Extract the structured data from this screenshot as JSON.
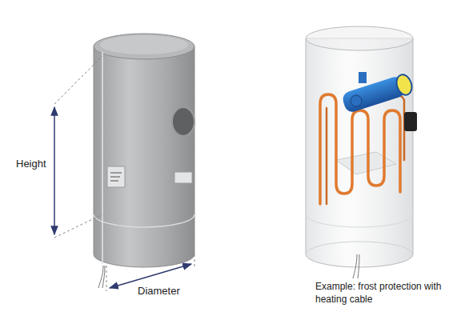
{
  "diagram": {
    "labels": [
      "Height",
      "Diameter",
      "Example: frost protection with heating cable"
    ]
  }
}
